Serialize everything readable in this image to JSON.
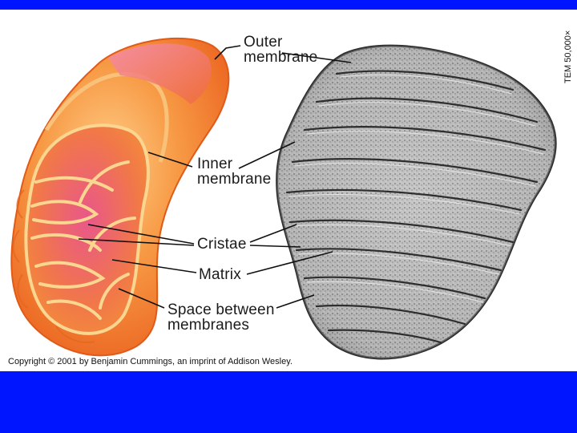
{
  "colors": {
    "frame_blue": "#0015ff",
    "panel_white": "#ffffff",
    "membrane_orange": "#f47a2e",
    "membrane_light": "#f9b25a",
    "membrane_pink": "#f26a8f",
    "label_text": "#1b1b1b"
  },
  "labels": {
    "outer_membrane": "Outer\nmembrane",
    "inner_membrane": "Inner\nmembrane",
    "cristae": "Cristae",
    "matrix": "Matrix",
    "space_between": "Space between\nmembranes"
  },
  "magnification": "TEM 50,000×",
  "copyright": "Copyright © 2001 by Benjamin Cummings, an imprint of Addison Wesley."
}
